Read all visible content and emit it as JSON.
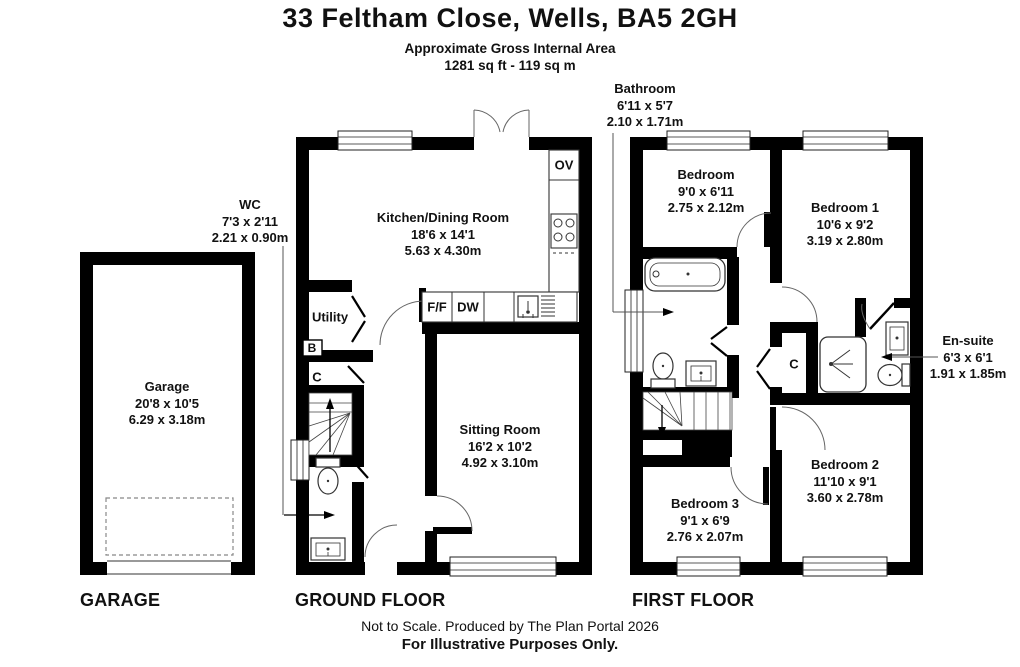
{
  "header": {
    "title": "33 Feltham Close, Wells, BA5 2GH",
    "subtitle": "Approximate Gross Internal Area",
    "area": "1281 sq ft - 119 sq m"
  },
  "annotations": {
    "bathroom": {
      "name": "Bathroom",
      "imperial": "6'11 x 5'7",
      "metric": "2.10 x 1.71m"
    },
    "wc": {
      "name": "WC",
      "imperial": "7'3 x 2'11",
      "metric": "2.21 x 0.90m"
    },
    "ensuite": {
      "name": "En-suite",
      "imperial": "6'3 x 6'1",
      "metric": "1.91 x 1.85m"
    }
  },
  "rooms": {
    "garage": {
      "name": "Garage",
      "imperial": "20'8 x 10'5",
      "metric": "6.29 x 3.18m"
    },
    "kitchen_dining": {
      "name": "Kitchen/Dining Room",
      "imperial": "18'6 x 14'1",
      "metric": "5.63 x 4.30m"
    },
    "sitting_room": {
      "name": "Sitting Room",
      "imperial": "16'2 x 10'2",
      "metric": "4.92 x 3.10m"
    },
    "bedroom": {
      "name": "Bedroom",
      "imperial": "9'0 x 6'11",
      "metric": "2.75 x 2.12m"
    },
    "bedroom_1": {
      "name": "Bedroom 1",
      "imperial": "10'6 x 9'2",
      "metric": "3.19 x 2.80m"
    },
    "bedroom_2": {
      "name": "Bedroom 2",
      "imperial": "11'10 x 9'1",
      "metric": "3.60 x 2.78m"
    },
    "bedroom_3": {
      "name": "Bedroom 3",
      "imperial": "9'1 x 6'9",
      "metric": "2.76 x 2.07m"
    }
  },
  "fixtures": {
    "utility": "Utility",
    "boiler": "B",
    "cupboard_ground": "C",
    "cupboard_first": "C",
    "oven": "OV",
    "fridge_freezer": "F/F",
    "dishwasher": "DW"
  },
  "floor_labels": {
    "garage": "GARAGE",
    "ground": "GROUND FLOOR",
    "first": "FIRST FLOOR"
  },
  "footer": {
    "line1": "Not to Scale. Produced by The Plan Portal 2026",
    "line2": "For Illustrative Purposes Only."
  },
  "colors": {
    "wall": "#000000",
    "background": "#ffffff",
    "dashed_outline": "#888888"
  }
}
